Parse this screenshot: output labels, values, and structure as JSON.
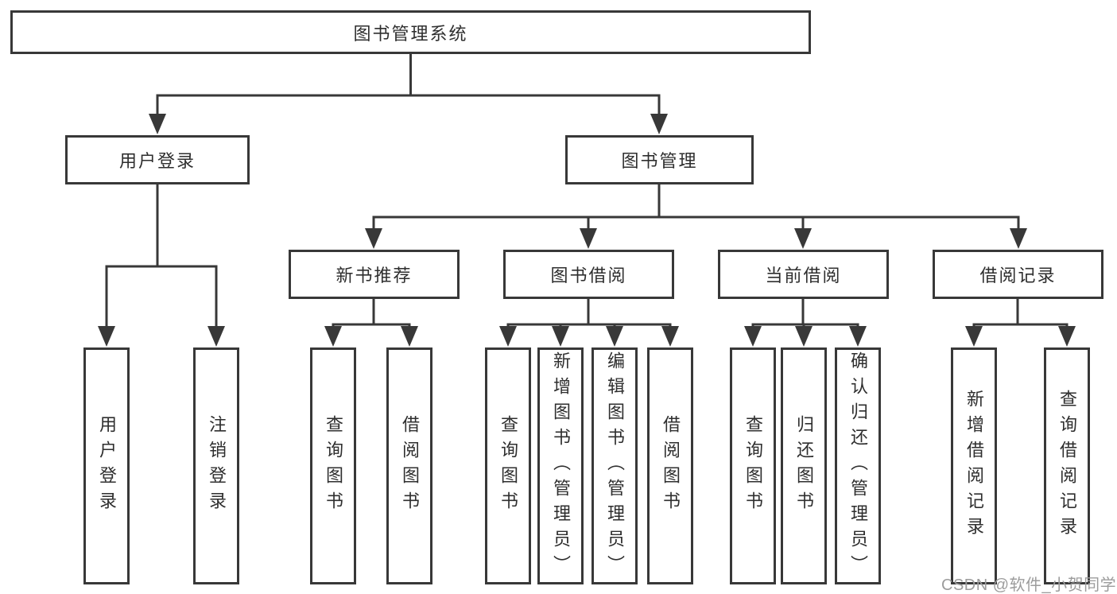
{
  "colors": {
    "background": "#ffffff",
    "line": "#383838",
    "box_border": "#383838",
    "text": "#2e2e2e",
    "watermark": "#9c9c9c"
  },
  "watermark": {
    "text": "CSDN @软件_小贺同学"
  },
  "diagram": {
    "type": "hierarchy-tree",
    "l1": {
      "label": "图书管理系统"
    },
    "l2": [
      {
        "label": "用户登录"
      },
      {
        "label": "图书管理"
      }
    ],
    "l3": [
      {
        "label": "新书推荐",
        "parent": "图书管理"
      },
      {
        "label": "图书借阅",
        "parent": "图书管理"
      },
      {
        "label": "当前借阅",
        "parent": "图书管理"
      },
      {
        "label": "借阅记录",
        "parent": "图书管理"
      }
    ],
    "l4": [
      {
        "label": "用户登录",
        "parent": "用户登录"
      },
      {
        "label": "注销登录",
        "parent": "用户登录"
      },
      {
        "label": "查询图书",
        "parent": "新书推荐"
      },
      {
        "label": "借阅图书",
        "parent": "新书推荐"
      },
      {
        "label": "查询图书",
        "parent": "图书借阅"
      },
      {
        "label": "新增图书（管理员）",
        "parent": "图书借阅"
      },
      {
        "label": "编辑图书（管理员）",
        "parent": "图书借阅"
      },
      {
        "label": "借阅图书",
        "parent": "图书借阅"
      },
      {
        "label": "查询图书",
        "parent": "当前借阅"
      },
      {
        "label": "归还图书",
        "parent": "当前借阅"
      },
      {
        "label": "确认归还（管理员）",
        "parent": "当前借阅"
      },
      {
        "label": "新增借阅记录",
        "parent": "借阅记录"
      },
      {
        "label": "查询借阅记录",
        "parent": "借阅记录"
      }
    ]
  }
}
